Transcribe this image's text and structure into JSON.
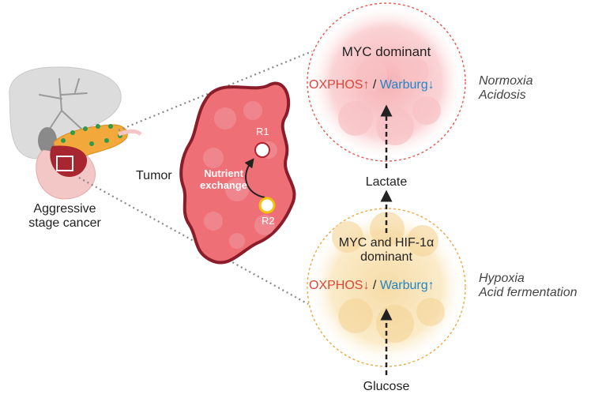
{
  "left": {
    "caption_line1": "Aggressive",
    "caption_line2": "stage cancer"
  },
  "tumor": {
    "label": "Tumor",
    "r1_label": "R1",
    "r2_label": "R2",
    "exchange_line1": "Nutrient",
    "exchange_line2": "exchange"
  },
  "top_region": {
    "title": "MYC dominant",
    "oxphos": "OXPHOS",
    "oxphos_arrow": "↑",
    "separator": "/",
    "warburg": "Warburg",
    "warburg_arrow": "↓",
    "condition_line1": "Normoxia",
    "condition_line2": "Acidosis"
  },
  "bottom_region": {
    "title_line1": "MYC and HIF-1α",
    "title_line2": "dominant",
    "oxphos": "OXPHOS",
    "oxphos_arrow": "↓",
    "separator": "/",
    "warburg": "Warburg",
    "warburg_arrow": "↑",
    "condition_line1": "Hypoxia",
    "condition_line2": "Acid fermentation"
  },
  "metabolites": {
    "lactate": "Lactate",
    "glucose": "Glucose"
  },
  "colors": {
    "top_circle_stroke": "#e8574e",
    "bottom_circle_stroke": "#f0a640",
    "tumor_fill": "#ee6f76",
    "tumor_stroke": "#8b1c2a",
    "oxphos_red": "#e0453a",
    "warburg_blue": "#1f86c8"
  }
}
